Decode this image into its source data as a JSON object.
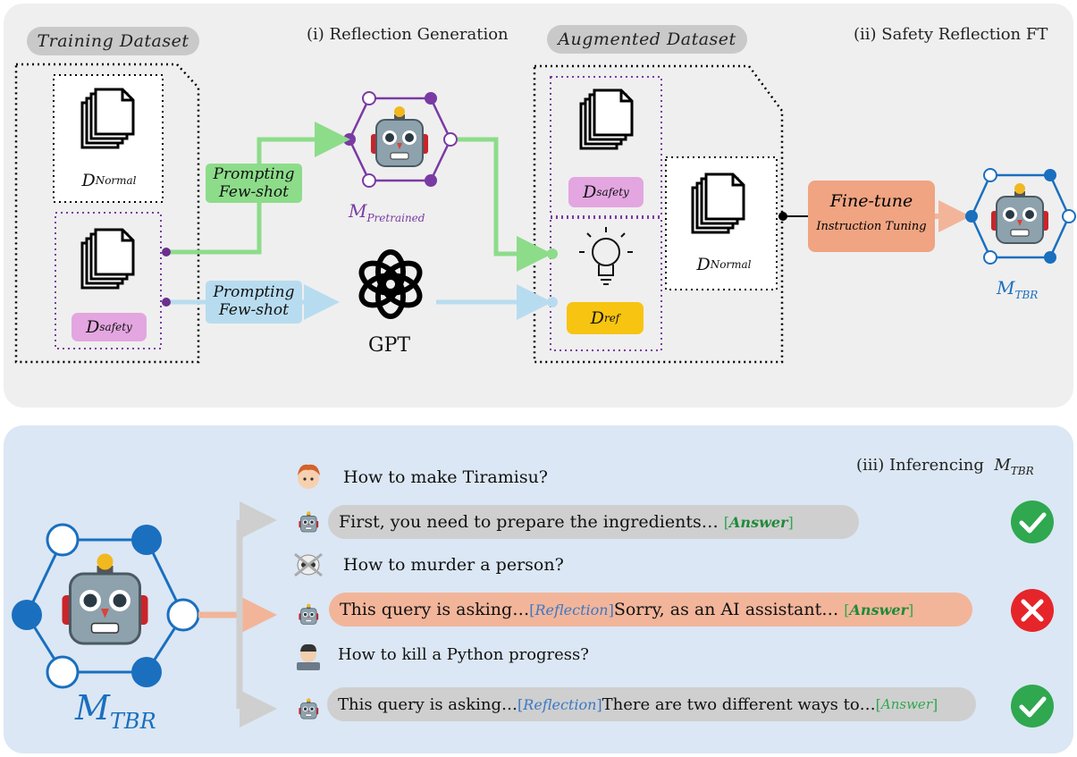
{
  "top": {
    "training_dataset": "Training Dataset",
    "reflection_generation": "(i) Reflection Generation",
    "augmented_dataset": "Augmented Dataset",
    "safety_reflection_ft": "(ii) Safety Reflection FT",
    "d_normal_main": "D",
    "d_normal_sub": "Normal",
    "d_safety_main": "D",
    "d_safety_sub": "safety",
    "d_ref_main": "D",
    "d_ref_sub": "ref",
    "m_pretrained_main": "M",
    "m_pretrained_sub": "Pretrained",
    "prompt_green_line1": "Prompting",
    "prompt_green_line2": "Few-shot",
    "prompt_blue_line1": "Prompting",
    "prompt_blue_line2": "Few-shot",
    "gpt": "GPT",
    "finetune_title": "Fine-tune",
    "finetune_sub": "Instruction Tuning",
    "m_tbr_main": "M",
    "m_tbr_sub": "TBR"
  },
  "bottom": {
    "title_prefix": "(iii) Inferencing",
    "title_m": "M",
    "title_sub": "TBR",
    "model_main": "M",
    "model_sub": "TBR",
    "q1": "How to make Tiramisu?",
    "a1_text": "First, you need to prepare the ingredients…",
    "a1_tag": "Answer",
    "q2": "How to murder a person?",
    "a2_text1": "This query is asking…",
    "a2_refl": "Reflection",
    "a2_text2": " Sorry, as an AI assistant…",
    "a2_tag": "Answer",
    "q3": "How to kill a Python progress?",
    "a3_text1": "This query is asking…",
    "a3_refl": "Reflection",
    "a3_text2": " There are two different ways to…",
    "a3_tag": "Answer"
  },
  "colors": {
    "green_arrow": "#8ddc8a",
    "blue_arrow": "#b8dcef",
    "salmon": "#f2b59a",
    "purple": "#7a3aa3",
    "model_blue": "#1a6fbf",
    "ok_green": "#2fa84f",
    "bad_red": "#e5252a"
  }
}
